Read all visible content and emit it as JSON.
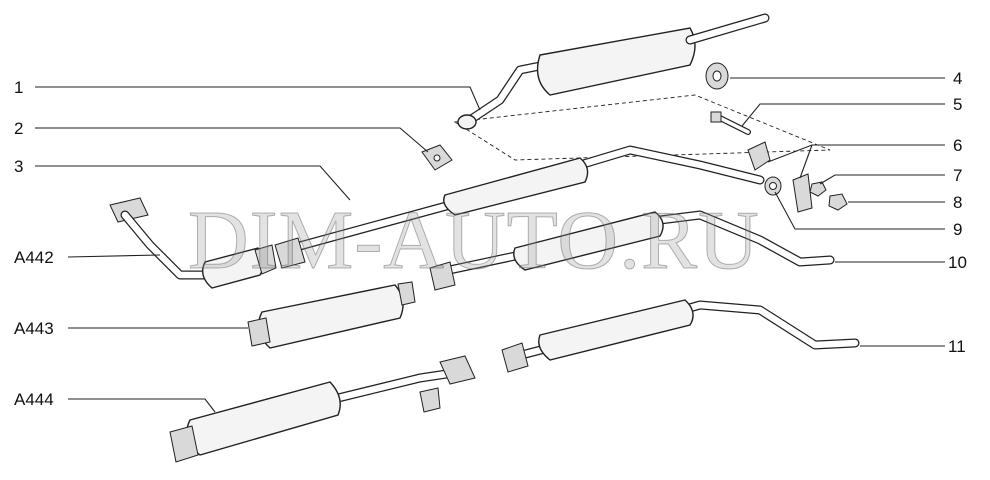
{
  "watermark": "DIM-AUTO.RU",
  "callouts_left": [
    {
      "id": "1"
    },
    {
      "id": "2"
    },
    {
      "id": "3"
    },
    {
      "id": "A442"
    },
    {
      "id": "A443"
    },
    {
      "id": "A444"
    }
  ],
  "callouts_right": [
    {
      "id": "4"
    },
    {
      "id": "5"
    },
    {
      "id": "6"
    },
    {
      "id": "7"
    },
    {
      "id": "8"
    },
    {
      "id": "9"
    },
    {
      "id": "10"
    },
    {
      "id": "11"
    }
  ]
}
